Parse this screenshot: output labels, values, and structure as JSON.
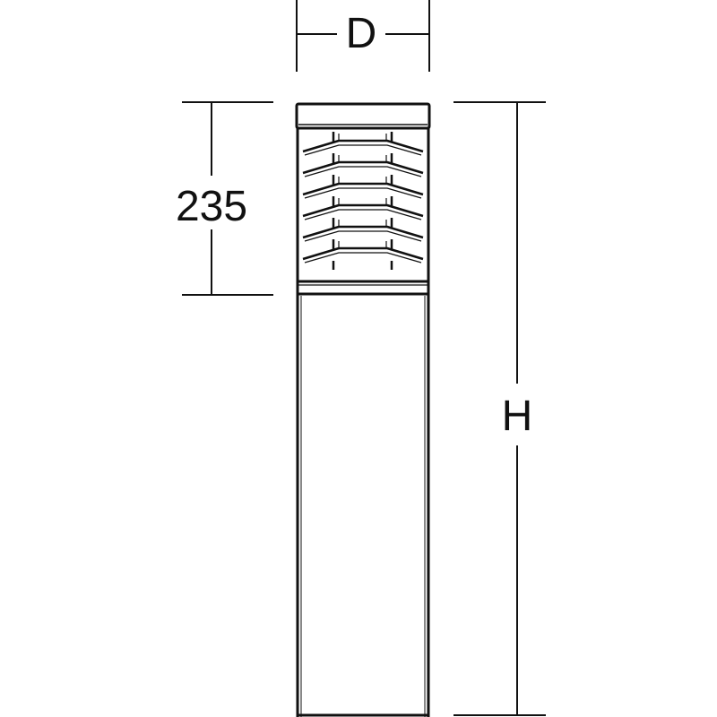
{
  "dimensions": {
    "width_label": "D",
    "head_height_label": "235",
    "total_height_label": "H"
  },
  "product": {
    "louver_count": 6
  },
  "colors": {
    "line": "#111111",
    "background": "#ffffff"
  }
}
